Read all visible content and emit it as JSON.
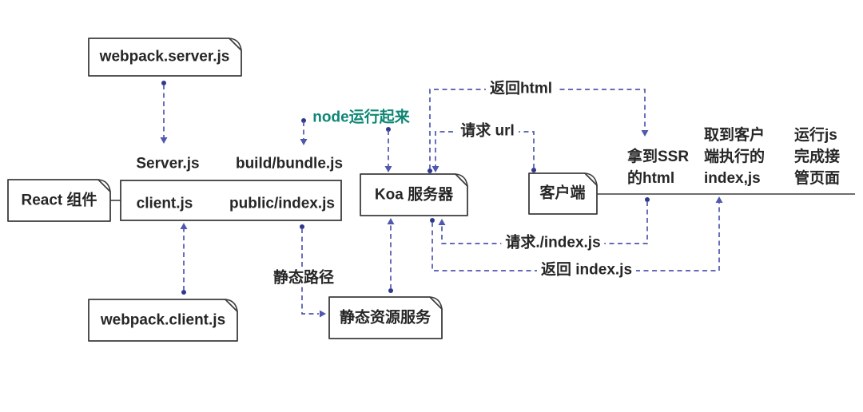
{
  "diagram": {
    "boxes": {
      "webpack_server": {
        "label": "webpack.server.js"
      },
      "react_component": {
        "label": "React 组件"
      },
      "koa_server": {
        "label": "Koa 服务器"
      },
      "client": {
        "label": "客户端"
      },
      "webpack_client": {
        "label": "webpack.client.js"
      },
      "static_service": {
        "label": "静态资源服务"
      },
      "build_outputs": {
        "server_js": "Server.js",
        "build_bundle_js": "build/bundle.js",
        "client_js": "client.js",
        "public_index_js": "public/index.js"
      }
    },
    "labels": {
      "node_run": "node运行起来",
      "return_html": "返回html",
      "request_url": "请求 url",
      "request_index_js": "请求./index.js",
      "return_index_js": "返回 index.js",
      "static_path": "静态路径",
      "got_ssr_html": "拿到SSR\n的html",
      "fetch_client_index": "取到客户\n端执行的\nindex,js",
      "run_js_takeover": "运行js\n完成接\n管页面"
    },
    "colors": {
      "connector": "#4f58ae",
      "dot": "#30388e",
      "accent_green": "#0e8674",
      "border": "#3d3d3d",
      "text": "#262626",
      "background": "#ffffff"
    }
  }
}
